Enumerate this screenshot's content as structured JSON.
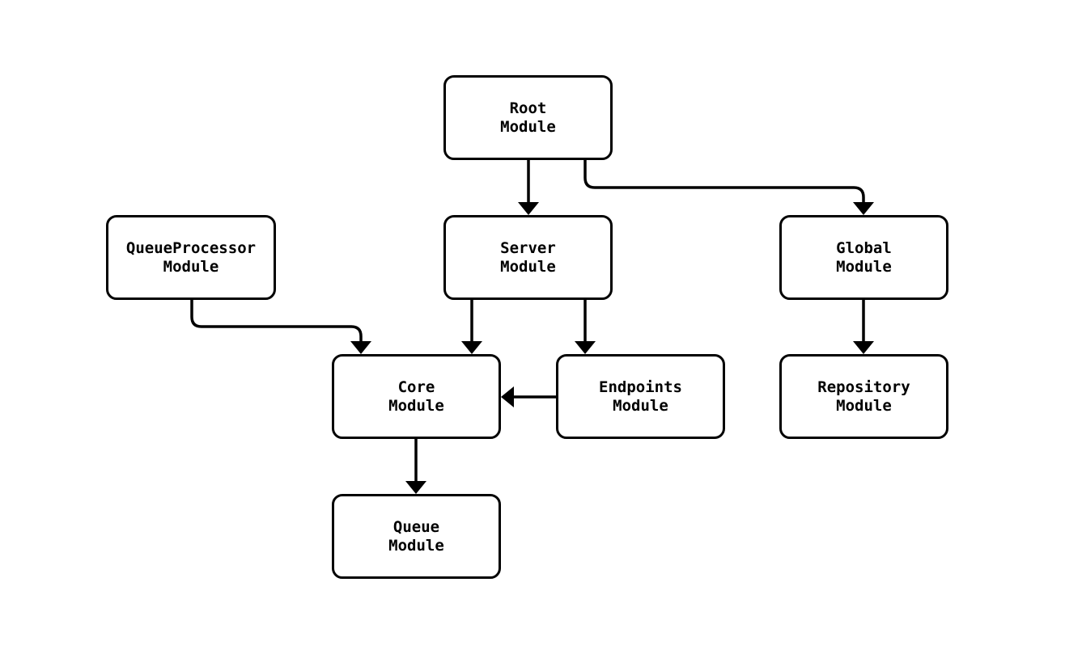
{
  "diagram": {
    "type": "module-dependency-flowchart",
    "background_color": "#ffffff",
    "node_fill_color": "#ffffff",
    "node_border_color": "#000000",
    "edge_color": "#000000",
    "text_color": "#000000",
    "nodes": [
      {
        "id": "root",
        "label": "Root Module",
        "lines": [
          "Root",
          "Module"
        ]
      },
      {
        "id": "queueprocessor",
        "label": "QueueProcessor Module",
        "lines": [
          "QueueProcessor",
          "Module"
        ]
      },
      {
        "id": "server",
        "label": "Server Module",
        "lines": [
          "Server",
          "Module"
        ]
      },
      {
        "id": "global",
        "label": "Global Module",
        "lines": [
          "Global",
          "Module"
        ]
      },
      {
        "id": "core",
        "label": "Core Module",
        "lines": [
          "Core",
          "Module"
        ]
      },
      {
        "id": "endpoints",
        "label": "Endpoints Module",
        "lines": [
          "Endpoints",
          "Module"
        ]
      },
      {
        "id": "repository",
        "label": "Repository Module",
        "lines": [
          "Repository",
          "Module"
        ]
      },
      {
        "id": "queue",
        "label": "Queue Module",
        "lines": [
          "Queue",
          "Module"
        ]
      }
    ],
    "edges": [
      {
        "from": "Root Module",
        "to": "Server Module"
      },
      {
        "from": "Root Module",
        "to": "Global Module"
      },
      {
        "from": "QueueProcessor Module",
        "to": "Core Module"
      },
      {
        "from": "Server Module",
        "to": "Core Module"
      },
      {
        "from": "Server Module",
        "to": "Endpoints Module"
      },
      {
        "from": "Endpoints Module",
        "to": "Core Module"
      },
      {
        "from": "Core Module",
        "to": "Queue Module"
      },
      {
        "from": "Global Module",
        "to": "Repository Module"
      }
    ]
  }
}
